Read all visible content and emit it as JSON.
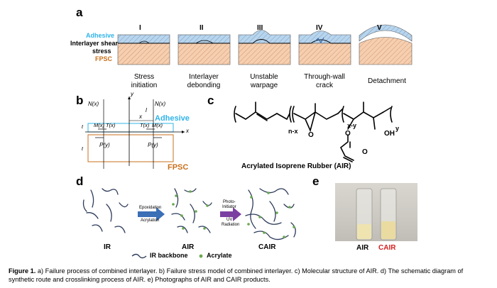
{
  "panels": {
    "a": {
      "letter": "a",
      "layer_labels": {
        "adhesive": "Adhesive",
        "interlayer": "Interlayer shear",
        "stress": "stress",
        "fpsc": "FPSC"
      },
      "stages": [
        {
          "numeral": "I",
          "caption": [
            "Stress",
            "initiation"
          ]
        },
        {
          "numeral": "II",
          "caption": [
            "Interlayer",
            "debonding"
          ]
        },
        {
          "numeral": "III",
          "caption": [
            "Unstable",
            "warpage"
          ]
        },
        {
          "numeral": "IV",
          "caption": [
            "Through-wall",
            "crack"
          ]
        },
        {
          "numeral": "V",
          "caption": [
            "Detachment",
            ""
          ]
        }
      ]
    },
    "b": {
      "letter": "b",
      "labels": {
        "y": "y",
        "x_axis": "x",
        "x_mid": "x",
        "nx_left": "N(x)",
        "nx_right": "N(x)",
        "l": "l",
        "mx_left": "M(x)",
        "tx_left": "T(x)",
        "tx_right": "T(x)",
        "mx_right": "M(x)",
        "py_left": "P(y)",
        "py_right": "P(y)",
        "t_left": "t",
        "t_bottom": "t",
        "adhesive": "Adhesive",
        "fpsc": "FPSC"
      }
    },
    "c": {
      "letter": "c",
      "subscripts": {
        "n_x": "n-x",
        "x_y": "x-y",
        "y": "y"
      },
      "atoms": {
        "o_epoxide": "O",
        "o_ester": "O",
        "o_carbonyl": "O",
        "oh": "OH"
      },
      "title": "Acrylated Isoprene Rubber (AIR)"
    },
    "d": {
      "letter": "d",
      "step1": {
        "top": "Epoxidation",
        "bottom": "Acrylation"
      },
      "step2": {
        "top": "Photo-",
        "top2": "Initiator",
        "bottom": "UV",
        "bottom2": "Radiation"
      },
      "labels": {
        "ir": "IR",
        "air": "AIR",
        "cair": "CAIR"
      },
      "legend": {
        "backbone": "IR backbone",
        "acrylate": "Acrylate"
      }
    },
    "e": {
      "letter": "e",
      "labels": {
        "air": "AIR",
        "cair": "CAIR"
      }
    }
  },
  "caption": {
    "lead": "Figure 1.",
    "text": "a) Failure process of combined interlayer. b) Failure stress model of combined interlayer. c) Molecular structure of AIR. d) The schematic diagram of synthetic route and crosslinking process of AIR. e) Photographs of AIR and CAIR products."
  },
  "colors": {
    "adhesive": "#a9cbe8",
    "fpsc": "#f3c2a0",
    "green": "#6aa84f",
    "arrow1": "#3b6fb6",
    "arrow2": "#7b3fa1",
    "blue_text": "#31b4e8",
    "orange_text": "#c8701c",
    "red_text": "#d21f1f"
  }
}
